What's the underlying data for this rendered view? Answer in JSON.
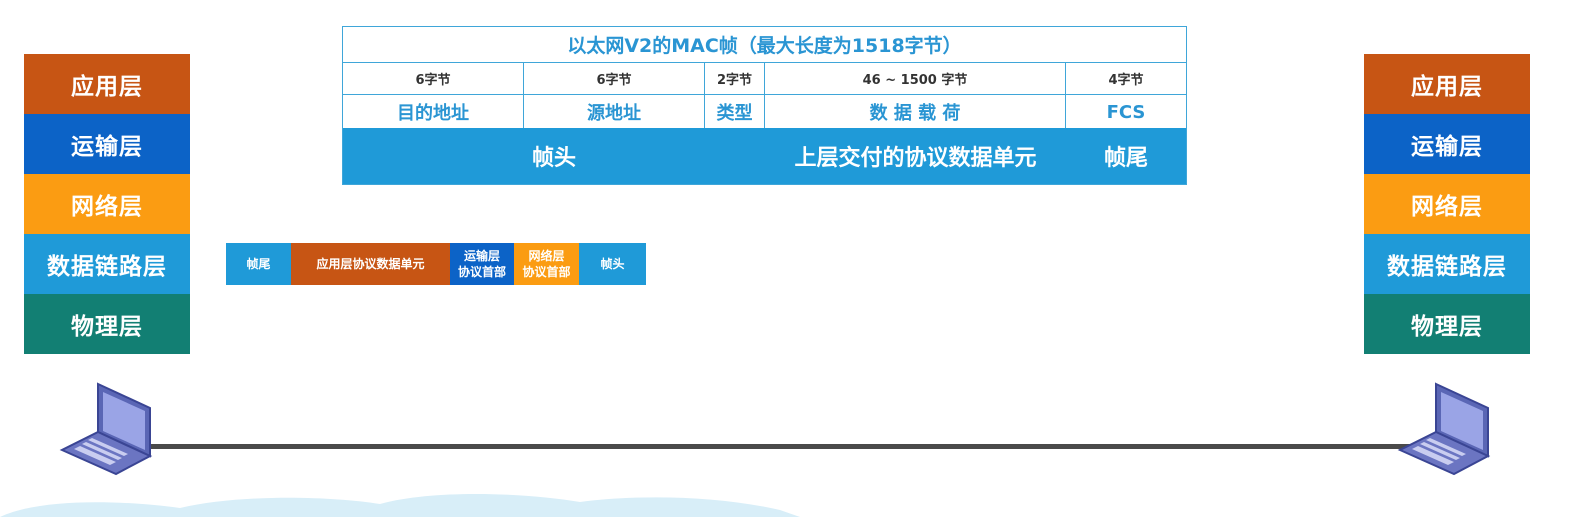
{
  "left_stack": {
    "layers": [
      "应用层",
      "运输层",
      "网络层",
      "数据链路层",
      "物理层"
    ]
  },
  "right_stack": {
    "layers": [
      "应用层",
      "运输层",
      "网络层",
      "数据链路层",
      "物理层"
    ]
  },
  "mac_frame": {
    "title": "以太网V2的MAC帧（最大长度为1518字节）",
    "sizes": [
      "6字节",
      "6字节",
      "2字节",
      "46 ~ 1500 字节",
      "4字节"
    ],
    "fields": [
      "目的地址",
      "源地址",
      "类型",
      "数 据 载 荷",
      "FCS"
    ],
    "band": {
      "header": "帧头",
      "payload": "上层交付的协议数据单元",
      "trailer": "帧尾"
    }
  },
  "encapsulated_frame": {
    "trailer": "帧尾",
    "app_pdu": "应用层协议数据单元",
    "transport_header_line1": "运输层",
    "transport_header_line2": "协议首部",
    "network_header_line1": "网络层",
    "network_header_line2": "协议首部",
    "header": "帧头"
  },
  "colors": {
    "application": "#c75514",
    "transport": "#0c63c7",
    "network": "#fb9c12",
    "datalink": "#1f9ad8",
    "physical": "#127f73",
    "table_text": "#2a95d3",
    "link": "#4a4a4a"
  },
  "icons": {
    "host_left": "laptop-icon",
    "host_right": "laptop-icon"
  }
}
